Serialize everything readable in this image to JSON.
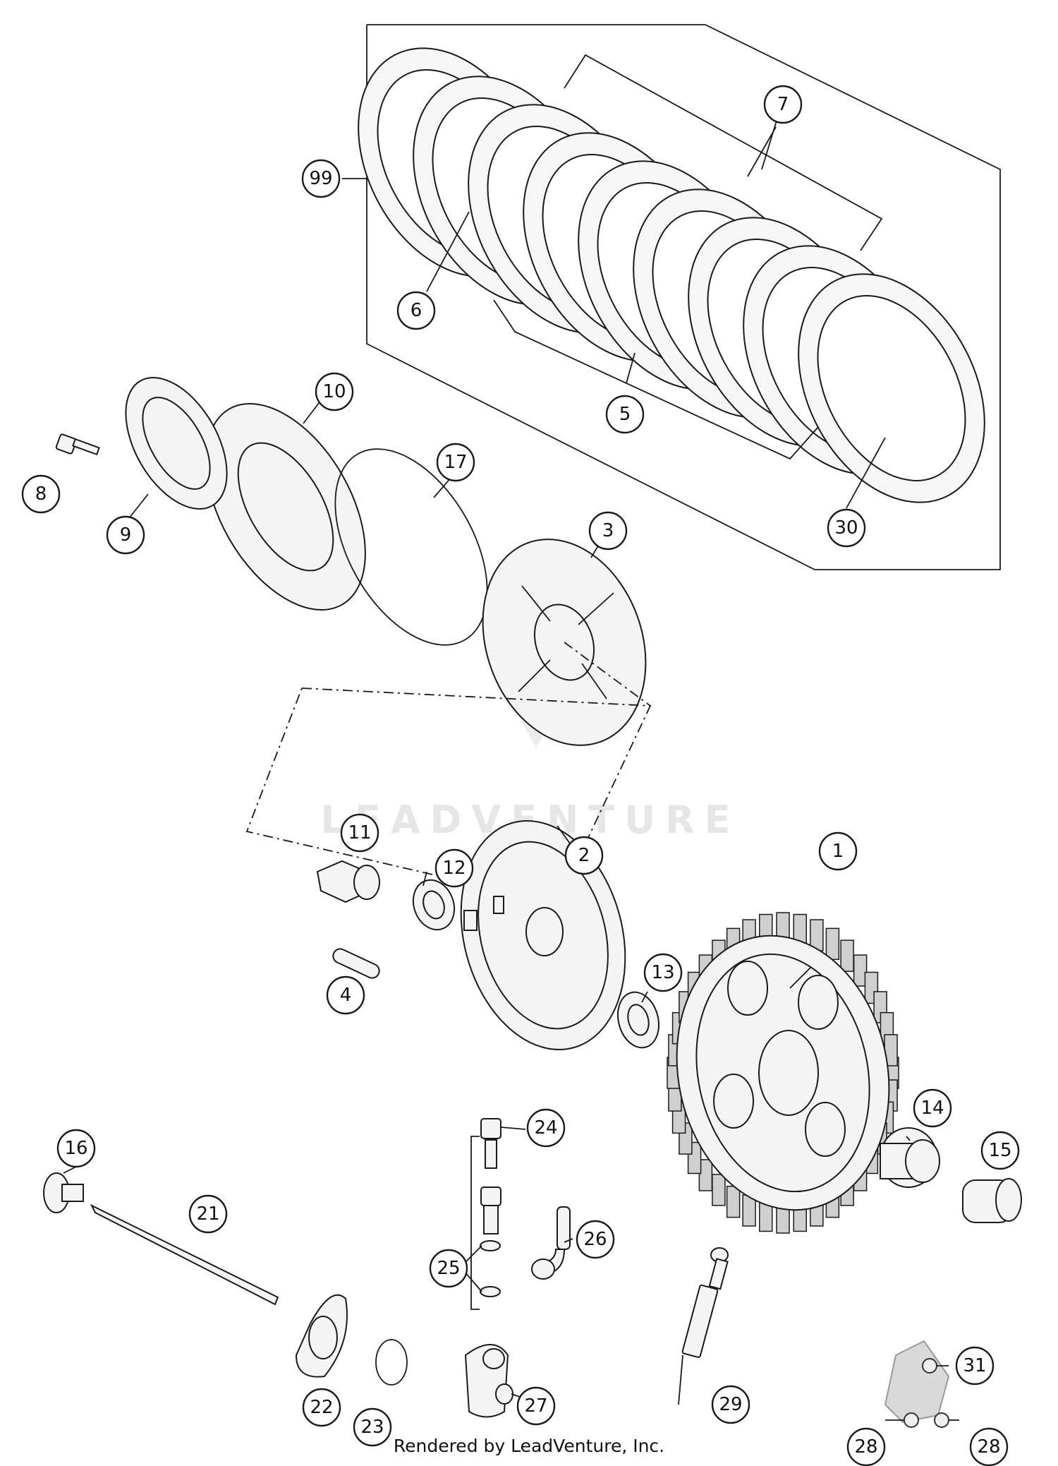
{
  "watermark": "LEADVENTURE",
  "footer": "Rendered by LeadVenture, Inc.",
  "callouts": [
    "1",
    "2",
    "3",
    "4",
    "5",
    "6",
    "7",
    "8",
    "9",
    "10",
    "11",
    "12",
    "13",
    "14",
    "15",
    "16",
    "17",
    "21",
    "22",
    "23",
    "24",
    "25",
    "26",
    "27",
    "28",
    "28",
    "29",
    "30",
    "31",
    "99"
  ],
  "colors": {
    "line": "#1a1a1a",
    "fill": "#f4f4f4",
    "watermark": "#e6e6e6"
  }
}
